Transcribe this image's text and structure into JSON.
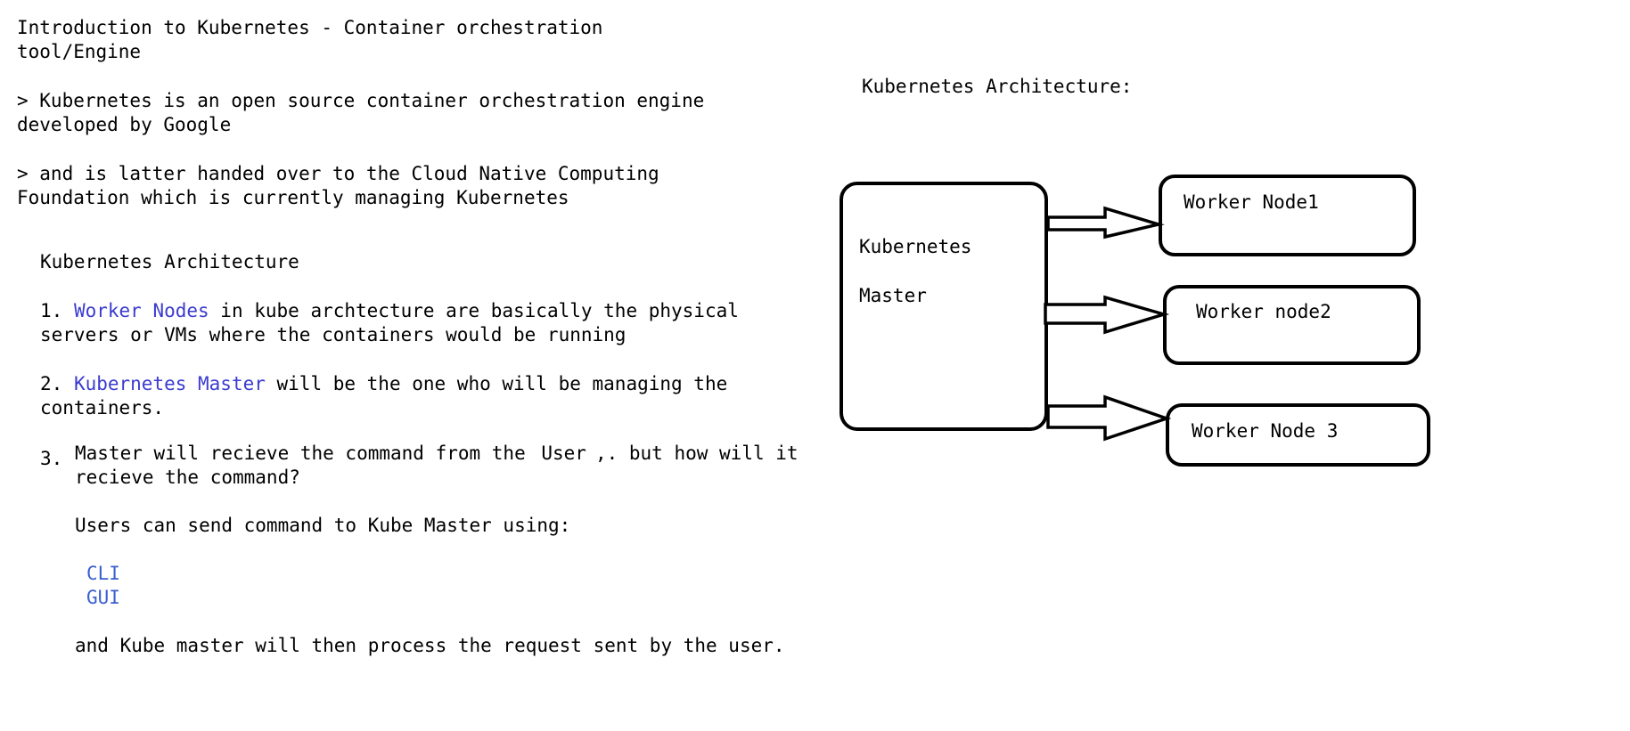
{
  "notes": {
    "title_line1": "Introduction to Kubernetes - Container orchestration",
    "title_line2": "tool/Engine",
    "p1_line1": "> Kubernetes is an open source container orchestration engine",
    "p1_line2": "developed by Google",
    "p2_line1": "> and is latter handed over to the Cloud Native Computing",
    "p2_line2": "Foundation which is currently managing Kubernetes",
    "section_heading": "Kubernetes Architecture",
    "item1_number": "1. ",
    "item1_term": "Worker Nodes",
    "item1_rest": " in kube archtecture are basically the physical",
    "item1_line2": "servers or VMs where the containers would be running",
    "item2_number": "2. ",
    "item2_term": "Kubernetes Master",
    "item2_rest": " will be the one who will be managing the",
    "item2_line2": "containers.",
    "item3_number": "3.",
    "item3_line1a": "Master will recieve the command from the ",
    "item3_user": "User",
    "item3_line1b": ",. but how will it",
    "item3_line2": "recieve the command?",
    "users_line": "Users can send command to Kube Master using:",
    "option_cli": "CLI",
    "option_gui": "GUI",
    "closing_line": "and Kube master will then process the request sent by the user."
  },
  "diagram": {
    "heading": "Kubernetes Architecture:",
    "master_label_1": "Kubernetes",
    "master_label_2": "Master",
    "worker_1": "Worker Node1",
    "worker_2": "Worker node2",
    "worker_3": "Worker Node 3"
  },
  "colors": {
    "highlight_term": "#3b3bd0",
    "option_text": "#3b5fd0",
    "ink": "#000000"
  }
}
